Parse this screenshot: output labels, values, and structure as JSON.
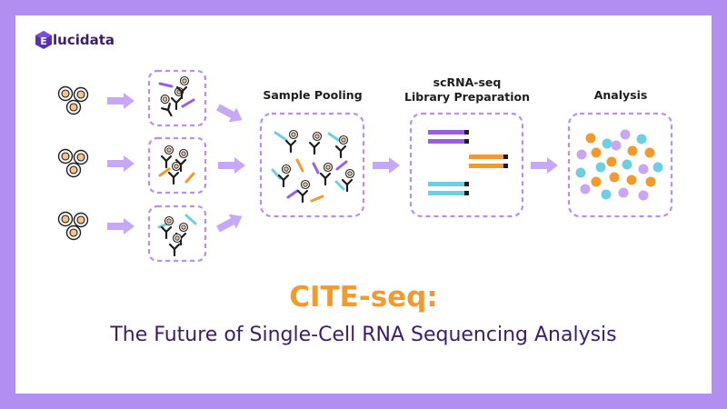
{
  "brand": {
    "name": "lucidata",
    "logo_letter": "E"
  },
  "stages": {
    "pooling": "Sample Pooling",
    "library_line1": "scRNA-seq",
    "library_line2": "Library Preparation",
    "analysis": "Analysis"
  },
  "title": "CITE-seq:",
  "subtitle": "The Future of Single-Cell RNA Sequencing Analysis",
  "colors": {
    "frame": "#b18ef0",
    "accent_orange": "#f29a2e",
    "purple": "#9b5de5",
    "cyan": "#6fcfe0",
    "dark": "#1d1d1d",
    "dash": "#b88ff0",
    "arrow": "#c5a8f6",
    "navy": "#3b1e66"
  }
}
